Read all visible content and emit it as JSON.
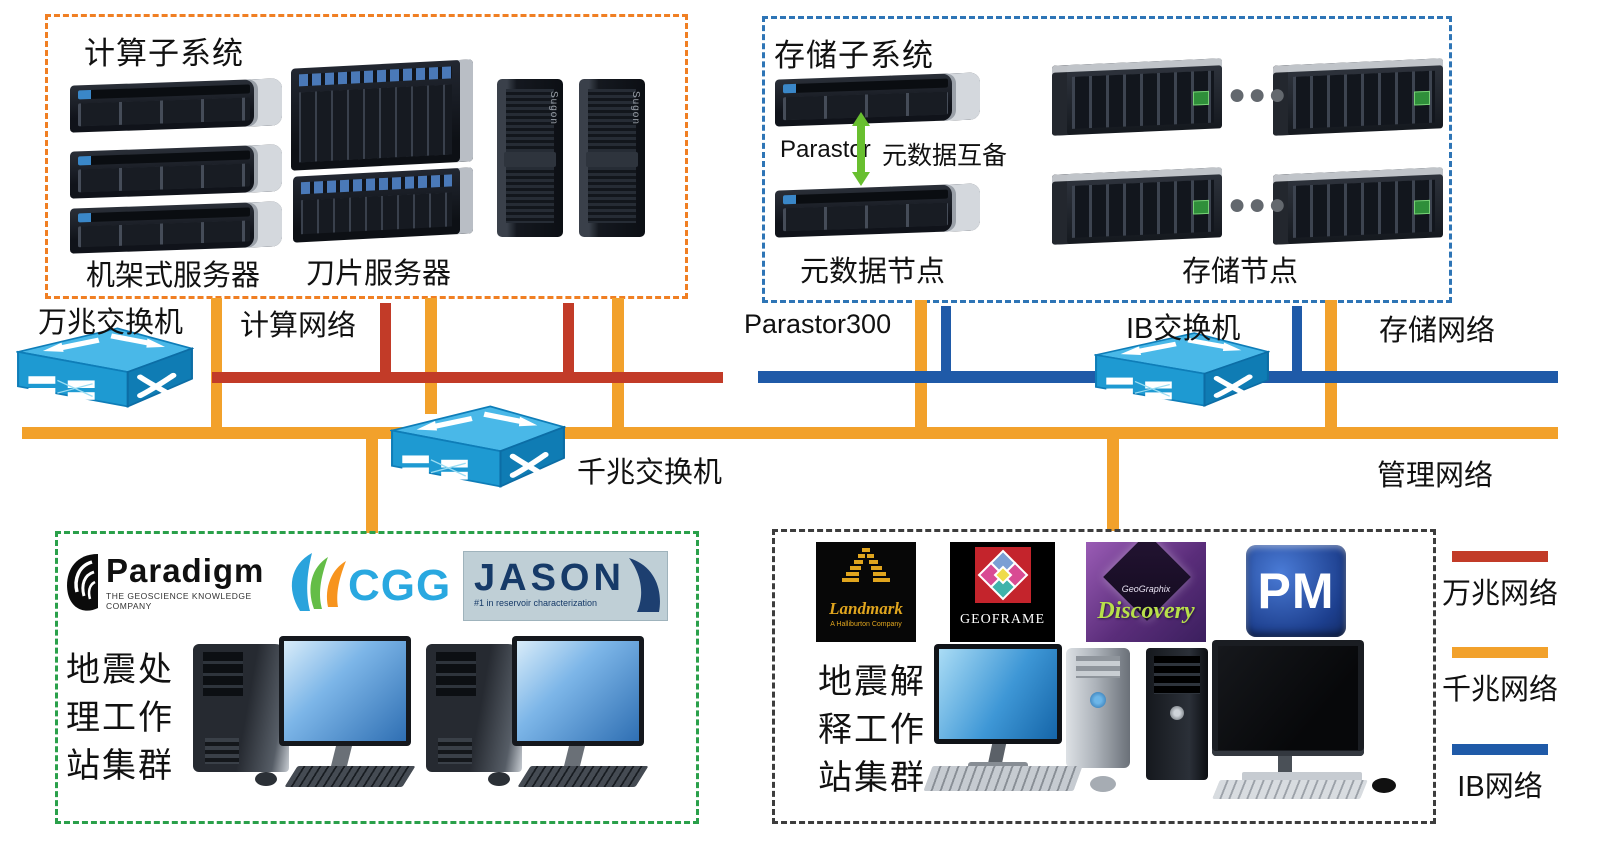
{
  "compute_subsystem": {
    "title": "计算子系统",
    "rack_label": "机架式服务器",
    "blade_label": "刀片服务器",
    "tower_brand": "Sugon"
  },
  "storage_subsystem": {
    "title": "存储子系统",
    "parastor_label": "Parastor",
    "backup_label": "元数据互备",
    "metadata_label": "元数据节点",
    "storage_nodes_label": "存储节点",
    "ellipsis": "●●●"
  },
  "network": {
    "ten_gig_switch_label": "万兆交换机",
    "compute_network_label": "计算网络",
    "parastor300_label": "Parastor300",
    "ib_switch_label": "IB交换机",
    "storage_network_label": "存储网络",
    "gig_switch_label": "千兆交换机",
    "management_network_label": "管理网络"
  },
  "processing_cluster": {
    "label_lines": [
      "地震处",
      "理工作",
      "站集群"
    ],
    "logos": {
      "paradigm": {
        "name": "Paradigm",
        "tagline": "THE GEOSCIENCE KNOWLEDGE COMPANY"
      },
      "cgg": {
        "name": "CGG"
      },
      "jason": {
        "name": "JASON",
        "tagline": "#1 in reservoir characterization"
      }
    }
  },
  "interpretation_cluster": {
    "label_lines": [
      "地震解",
      "释工作",
      "站集群"
    ],
    "logos": {
      "landmark": {
        "name": "Landmark",
        "tagline": "A Halliburton Company"
      },
      "geoframe": {
        "name": "GEOFRAME"
      },
      "discovery": {
        "name": "Discovery",
        "tagline": "GeoGraphix"
      },
      "pm": {
        "name": "PM"
      }
    }
  },
  "legend": [
    {
      "label": "万兆网络",
      "color": "#c23b28"
    },
    {
      "label": "千兆网络",
      "color": "#f2a12b"
    },
    {
      "label": "IB网络",
      "color": "#1f5aa8"
    }
  ],
  "colors": {
    "ten_gig_red": "#c23b28",
    "gig_orange": "#f2a12b",
    "ib_blue": "#1f5aa8",
    "compute_box_border": "#f07f23",
    "storage_box_border": "#2e75b6",
    "processing_box_border": "#2aa04a",
    "interpretation_box_border": "#3d3d3d"
  }
}
